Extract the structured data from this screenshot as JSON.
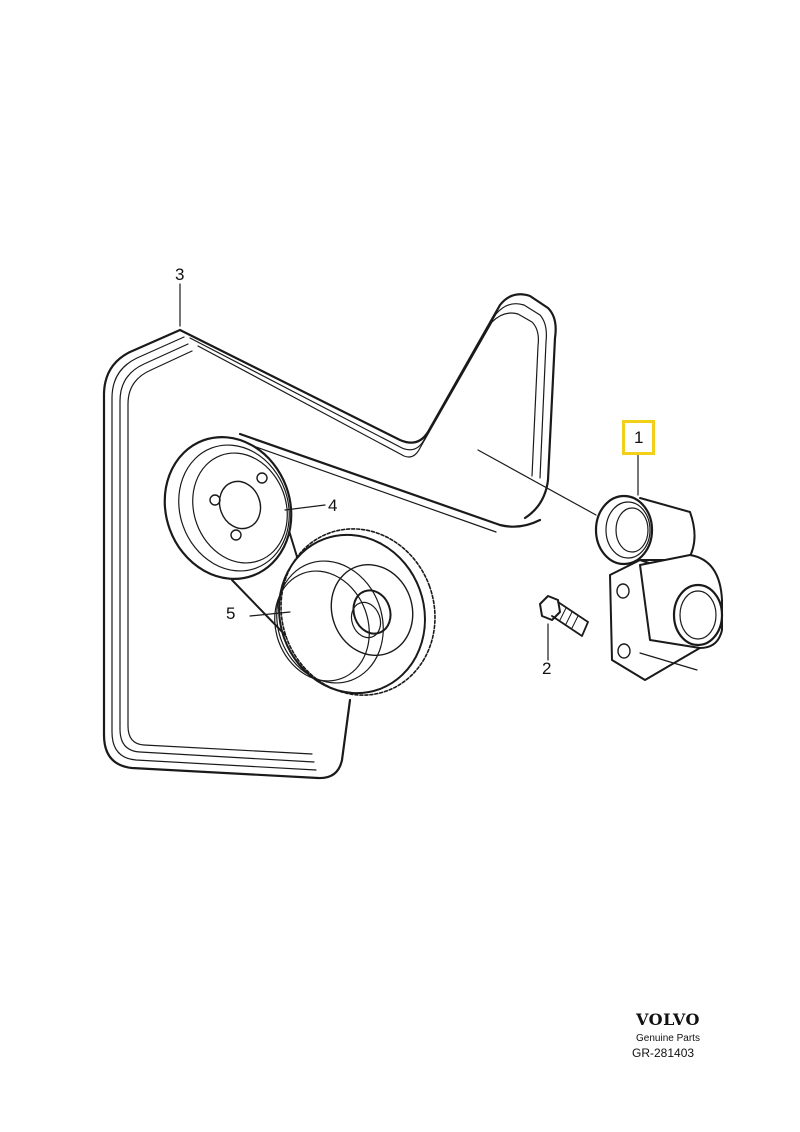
{
  "diagram": {
    "callouts": [
      {
        "id": "1",
        "label": "1",
        "highlighted": true
      },
      {
        "id": "2",
        "label": "2",
        "highlighted": false
      },
      {
        "id": "3",
        "label": "3",
        "highlighted": false
      },
      {
        "id": "4",
        "label": "4",
        "highlighted": false
      },
      {
        "id": "5",
        "label": "5",
        "highlighted": false
      }
    ],
    "highlight_color": "#f2d01a",
    "line_color": "#1a1a1a"
  },
  "brand": {
    "logo": "VOLVO",
    "subtitle": "Genuine Parts"
  },
  "diagram_id": "GR-281403"
}
